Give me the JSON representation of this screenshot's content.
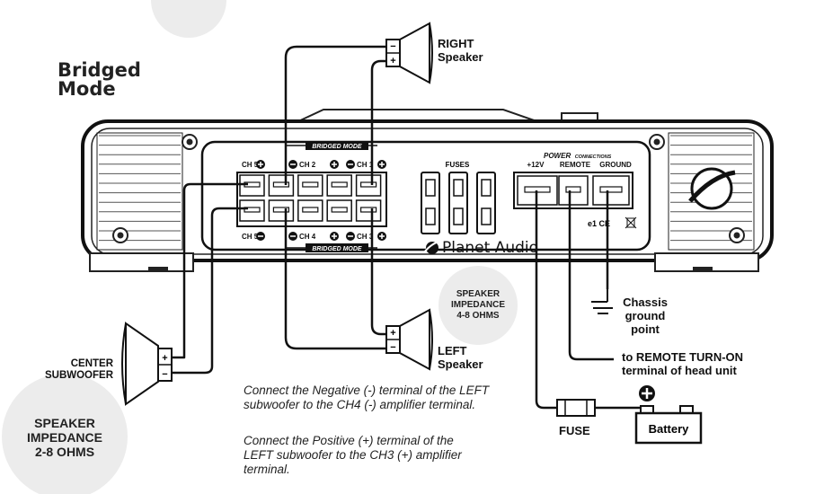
{
  "title": [
    "Bridged",
    "Mode"
  ],
  "speakers": {
    "right": [
      "RIGHT",
      "Speaker"
    ],
    "left": [
      "LEFT",
      "Speaker"
    ],
    "center": [
      "CENTER",
      "SUBWOOFER"
    ]
  },
  "impedance": {
    "small": [
      "SPEAKER",
      "IMPEDANCE",
      "4-8 OHMS"
    ],
    "large": [
      "SPEAKER",
      "IMPEDANCE",
      "2-8 OHMS"
    ]
  },
  "amp": {
    "bridged_mode": "BRIDGED MODE",
    "channels": {
      "ch5_top": "CH 5",
      "ch2": "CH 2",
      "ch1": "CH 1",
      "ch5_bottom": "CH 5",
      "ch4": "CH 4",
      "ch3": "CH 3"
    },
    "fuses": "FUSES",
    "power": "POWER",
    "connections": "CONNECTIONS",
    "power_terminals": [
      "+12V",
      "REMOTE",
      "GROUND"
    ],
    "brand": "Planet Audio",
    "cert_mark": "e1 CE"
  },
  "wiring": {
    "chassis": [
      "Chassis",
      "ground",
      "point"
    ],
    "remote": [
      "to REMOTE TURN-ON",
      "terminal of head unit"
    ],
    "fuse": "FUSE",
    "battery": "Battery"
  },
  "notes": [
    [
      "Connect the Negative (-) terminal of the LEFT",
      "subwoofer to the CH4 (-) amplifier terminal."
    ],
    [
      "Connect the Positive (+)  terminal of the",
      "LEFT subwoofer to the CH3 (+) amplifier",
      "terminal."
    ]
  ]
}
